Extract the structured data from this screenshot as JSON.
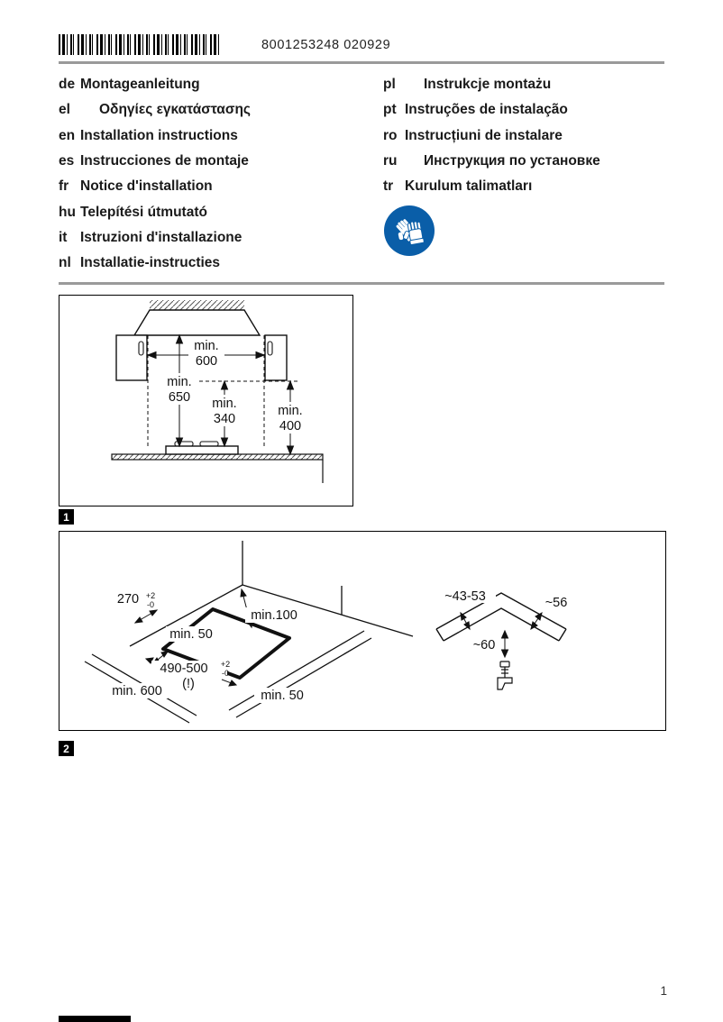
{
  "header": {
    "doc_number": "8001253248 020929"
  },
  "languages": {
    "left": [
      {
        "code": "de",
        "label": "Montageanleitung"
      },
      {
        "code": "el",
        "label": "Οδηγίες εγκατάστασης"
      },
      {
        "code": "en",
        "label": "Installation instructions"
      },
      {
        "code": "es",
        "label": "Instrucciones de montaje"
      },
      {
        "code": "fr",
        "label": "Notice d'installation"
      },
      {
        "code": "hu",
        "label": "Telepítési útmutató"
      },
      {
        "code": "it",
        "label": "Istruzioni d'installazione"
      },
      {
        "code": "nl",
        "label": "Installatie-instructies"
      }
    ],
    "right": [
      {
        "code": "pl",
        "label": "Instrukcje montażu"
      },
      {
        "code": "pt",
        "label": "Instruções de instalação"
      },
      {
        "code": "ro",
        "label": "Instrucțiuni de instalare"
      },
      {
        "code": "ru",
        "label": "Инструкция по установке"
      },
      {
        "code": "tr",
        "label": "Kurulum talimatları"
      }
    ]
  },
  "safety_icon": {
    "meaning": "wear-protective-gloves",
    "color": "#0a5ea8"
  },
  "figure1": {
    "marker": "1",
    "hood_width": {
      "l1": "min.",
      "l2": "600"
    },
    "hood_to_hob": {
      "l1": "min.",
      "l2": "650"
    },
    "mid_clearance": {
      "l1": "min.",
      "l2": "340"
    },
    "side_clearance": {
      "l1": "min.",
      "l2": "400"
    }
  },
  "figure2": {
    "marker": "2",
    "labels": {
      "depth": "270",
      "depth_tol_plus": "+2",
      "depth_tol_minus": "-0",
      "rear": "min.100",
      "side": "min. 50",
      "width": "490-500",
      "width_tol_plus": "+2",
      "width_tol_minus": "-0",
      "width_note": "(!)",
      "front": "min. 600",
      "side_front": "min. 50",
      "thickness_range": "~43-53",
      "edge": "~56",
      "apex": "~60"
    }
  },
  "footer": {
    "page_number": "1"
  }
}
